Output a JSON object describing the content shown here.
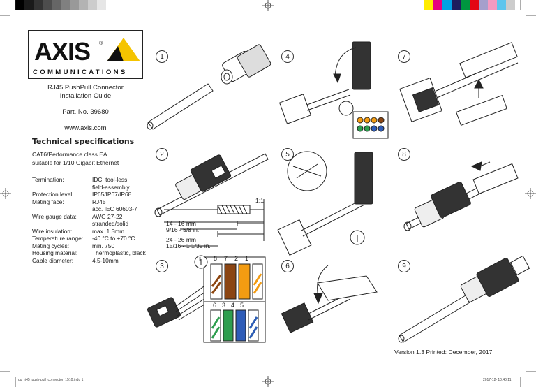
{
  "colors": {
    "grays": [
      "#000000",
      "#1a1a1a",
      "#333333",
      "#4d4d4d",
      "#666666",
      "#808080",
      "#999999",
      "#b3b3b3",
      "#cccccc",
      "#e6e6e6"
    ],
    "process": [
      "#ffec00",
      "#e6007e",
      "#00a0e3",
      "#1d1d5e",
      "#00963f",
      "#e30613",
      "#a59fcc",
      "#f49ac1",
      "#5ec5ed",
      "#cccccc"
    ]
  },
  "logo": {
    "brand": "AXIS",
    "sub": "COMMUNICATIONS"
  },
  "doc": {
    "title_line1": "RJ45 PushPull Connector",
    "title_line2": "Installation Guide",
    "part_no": "Part. No. 39680",
    "website": "www.axis.com"
  },
  "specs": {
    "heading": "Technical specifications",
    "class_line1": "CAT6/Performance class  EA",
    "class_line2": "suitable for 1/10 Gigabit Ethernet",
    "rows": [
      {
        "k": "Termination:",
        "v": "IDC, tool-less"
      },
      {
        "k": "",
        "v": "field-assembly"
      },
      {
        "k": "Protection level:",
        "v": "IP65/IP67/IP68"
      },
      {
        "k": "Mating face:",
        "v": "RJ45"
      },
      {
        "k": "",
        "v": "acc. IEC 60603-7"
      },
      {
        "k": "Wire gauge data:",
        "v": "AWG 27-22"
      },
      {
        "k": "",
        "v": "stranded/solid"
      },
      {
        "k": "Wire insulation:",
        "v": "max. 1.5mm"
      },
      {
        "k": "Temperature range:",
        "v": "-40 °C to +70 °C"
      },
      {
        "k": "Mating cycles:",
        "v": "min. 750"
      },
      {
        "k": "Housing material:",
        "v": "Thermoplastic, black"
      },
      {
        "k": "Cable diameter:",
        "v": "4.5-10mm"
      }
    ]
  },
  "steps": [
    "1",
    "2",
    "3",
    "4",
    "5",
    "6",
    "7",
    "8",
    "9"
  ],
  "strip": {
    "scale": "1:1",
    "len1": "14 - 16 mm",
    "len1_in": "9/16 - 5/8 in.",
    "len2": "24 - 26 mm",
    "len2_in": "15/16 - 1 1/32 in."
  },
  "wiring": {
    "top_pins": [
      "8",
      "7",
      "2",
      "1"
    ],
    "bottom_pins": [
      "6",
      "3",
      "4",
      "5"
    ],
    "info_symbol": "i"
  },
  "footer": {
    "version": "Version 1.3  Printed: December, 2017",
    "file": "qg_rj45_push-pull_connector_1510.indd  1",
    "date": "2017-12-   10:40:11"
  }
}
